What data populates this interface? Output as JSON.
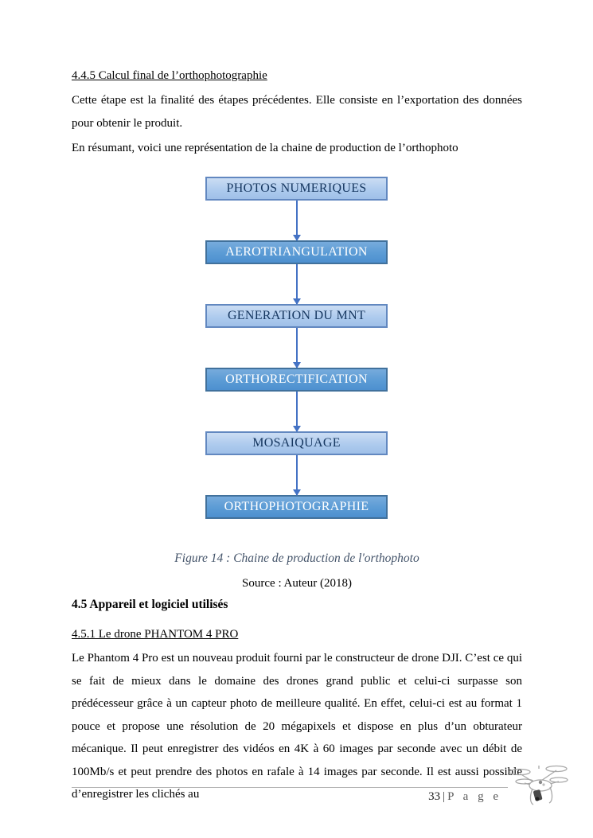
{
  "sections": {
    "s445": {
      "heading": "4.4.5 Calcul final de l’orthophotographie",
      "para1": "Cette étape est la finalité des étapes précédentes. Elle consiste en l’exportation des données pour obtenir le produit.",
      "para2": "En résumant, voici une représentation de la chaine de production de l’orthophoto"
    },
    "figure": {
      "caption": "Figure 14 : Chaine de production de l'orthophoto",
      "source": "Source : Auteur (2018)"
    },
    "s45": {
      "heading": "4.5 Appareil et logiciel utilisés"
    },
    "s451": {
      "heading": "4.5.1 Le drone PHANTOM 4 PRO",
      "para": "Le Phantom 4 Pro est un nouveau produit fourni par le constructeur de drone DJI. C’est ce qui se fait de mieux dans le domaine des drones grand public et celui-ci surpasse son prédécesseur grâce à un capteur photo de meilleure qualité. En effet, celui-ci est au format 1 pouce et propose une résolution de 20 mégapixels et dispose en plus d’un obturateur mécanique. Il peut enregistrer des vidéos en 4K à 60 images par seconde avec un débit de 100Mb/s et peut prendre des photos en rafale à 14 images par seconde. Il est aussi possible d’enregistrer les clichés au"
    }
  },
  "flowchart": {
    "steps": [
      {
        "label": "PHOTOS NUMERIQUES",
        "variant": "light"
      },
      {
        "label": "AEROTRIANGULATION",
        "variant": "dark"
      },
      {
        "label": "GENERATION DU MNT",
        "variant": "light"
      },
      {
        "label": "ORTHORECTIFICATION",
        "variant": "dark"
      },
      {
        "label": "MOSAIQUAGE",
        "variant": "light"
      },
      {
        "label": "ORTHOPHOTOGRAPHIE",
        "variant": "dark"
      }
    ]
  },
  "footer": {
    "page_number": "33",
    "separator": "|",
    "page_word": "P a g e",
    "drone_icon": "drone-image"
  },
  "colors": {
    "box_light_fill": "#aecbee",
    "box_light_border": "#6288c0",
    "box_dark_fill": "#5b9bd5",
    "box_dark_border": "#41719c",
    "box_dark_text": "#ffffff",
    "arrow": "#4472c4",
    "caption_text": "#44546a"
  }
}
